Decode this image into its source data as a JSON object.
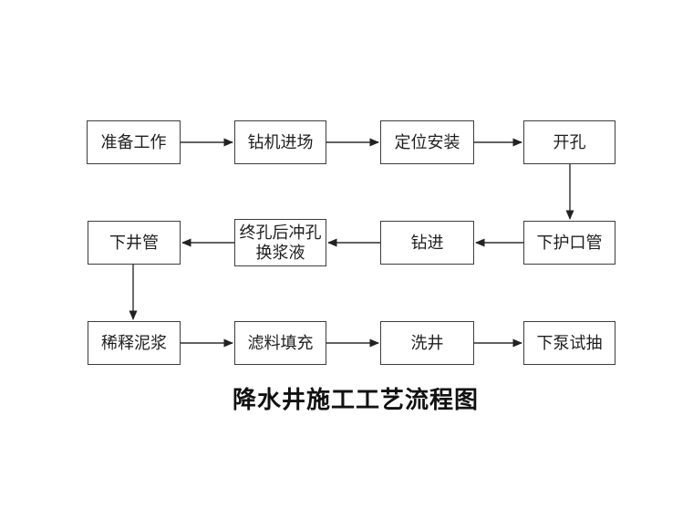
{
  "diagram": {
    "title": "降水井施工工艺流程图",
    "nodes": [
      {
        "id": "prepare",
        "label": "准备工作"
      },
      {
        "id": "rig-enter",
        "label": "钻机进场"
      },
      {
        "id": "position-install",
        "label": "定位安装"
      },
      {
        "id": "open-hole",
        "label": "开孔"
      },
      {
        "id": "set-guard-pipe",
        "label": "下护口管"
      },
      {
        "id": "drill",
        "label": "钻进"
      },
      {
        "id": "final-hole-flush",
        "label": "终孔后冲孔换浆液"
      },
      {
        "id": "set-well-pipe",
        "label": "下井管"
      },
      {
        "id": "dilute-mud",
        "label": "稀释泥浆"
      },
      {
        "id": "fill-filter",
        "label": "滤料填充"
      },
      {
        "id": "wash-well",
        "label": "洗井"
      },
      {
        "id": "pump-test",
        "label": "下泵试抽"
      }
    ],
    "edges": [
      {
        "from": "prepare",
        "to": "rig-enter"
      },
      {
        "from": "rig-enter",
        "to": "position-install"
      },
      {
        "from": "position-install",
        "to": "open-hole"
      },
      {
        "from": "open-hole",
        "to": "set-guard-pipe"
      },
      {
        "from": "set-guard-pipe",
        "to": "drill"
      },
      {
        "from": "drill",
        "to": "final-hole-flush"
      },
      {
        "from": "final-hole-flush",
        "to": "set-well-pipe"
      },
      {
        "from": "set-well-pipe",
        "to": "dilute-mud"
      },
      {
        "from": "dilute-mud",
        "to": "fill-filter"
      },
      {
        "from": "fill-filter",
        "to": "wash-well"
      },
      {
        "from": "wash-well",
        "to": "pump-test"
      }
    ],
    "colors": {
      "background": "#ffffff",
      "box_border": "#3d3d3d",
      "arrow": "#2e2e2e",
      "text": "#1a1a1a"
    }
  }
}
